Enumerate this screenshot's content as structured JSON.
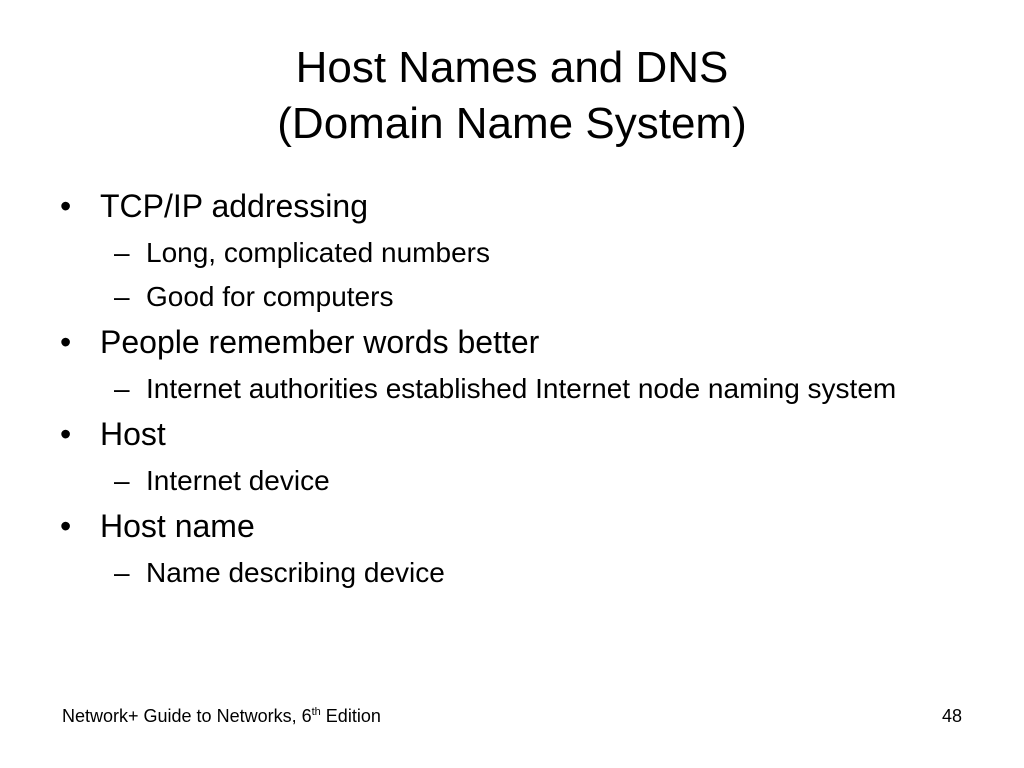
{
  "slide": {
    "title_line1": "Host Names and DNS",
    "title_line2": "(Domain Name System)",
    "bullets": [
      {
        "text": "TCP/IP addressing",
        "sub": [
          "Long, complicated numbers",
          "Good for computers"
        ]
      },
      {
        "text": "People remember words better",
        "sub": [
          "Internet authorities established Internet node naming system"
        ]
      },
      {
        "text": "Host",
        "sub": [
          "Internet device"
        ]
      },
      {
        "text": "Host name",
        "sub": [
          "Name describing device"
        ]
      }
    ],
    "bullet_char": "•",
    "sub_char": "–"
  },
  "footer": {
    "book_title": "Network+ Guide to Networks, 6",
    "edition_suffix": "th",
    "edition_word": " Edition",
    "page_number": "48"
  }
}
